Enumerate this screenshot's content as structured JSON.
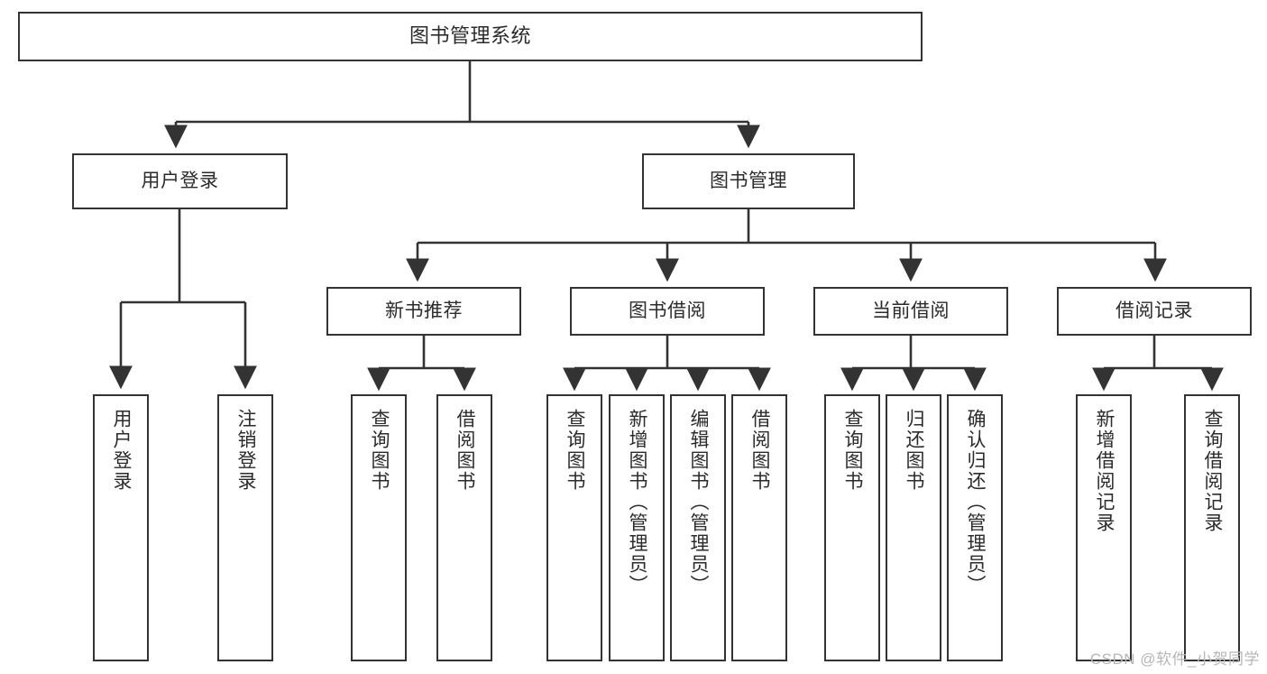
{
  "diagram": {
    "title": "图书管理系统",
    "type": "hierarchy-tree",
    "root": {
      "id": "root",
      "label": "图书管理系统"
    },
    "level2": [
      {
        "id": "user-login",
        "label": "用户登录"
      },
      {
        "id": "book-manage",
        "label": "图书管理"
      }
    ],
    "level3": [
      {
        "id": "new-book-recommend",
        "label": "新书推荐"
      },
      {
        "id": "book-borrow",
        "label": "图书借阅"
      },
      {
        "id": "current-borrow",
        "label": "当前借阅"
      },
      {
        "id": "borrow-record",
        "label": "借阅记录"
      }
    ],
    "leaves": {
      "user_login": [
        {
          "id": "leaf-user-login",
          "label": "用户登录"
        },
        {
          "id": "leaf-logout-login",
          "label": "注销登录"
        }
      ],
      "new_book_recommend": [
        {
          "id": "leaf-query-book-1",
          "label": "查询图书"
        },
        {
          "id": "leaf-borrow-book-1",
          "label": "借阅图书"
        }
      ],
      "book_borrow": [
        {
          "id": "leaf-query-book-2",
          "label": "查询图书"
        },
        {
          "id": "leaf-add-book",
          "label": "新增图书（管理员）"
        },
        {
          "id": "leaf-edit-book",
          "label": "编辑图书（管理员）"
        },
        {
          "id": "leaf-borrow-book-2",
          "label": "借阅图书"
        }
      ],
      "current_borrow": [
        {
          "id": "leaf-query-book-3",
          "label": "查询图书"
        },
        {
          "id": "leaf-return-book",
          "label": "归还图书"
        },
        {
          "id": "leaf-confirm-return",
          "label": "确认归还（管理员）"
        }
      ],
      "borrow_record": [
        {
          "id": "leaf-add-record",
          "label": "新增借阅记录"
        },
        {
          "id": "leaf-query-record",
          "label": "查询借阅记录"
        }
      ]
    }
  },
  "watermark": {
    "text": "CSDN @软件_小贺同学"
  },
  "colors": {
    "box_border": "#333333",
    "box_fill": "#ffffff",
    "connector": "#333333",
    "text": "#2b2b2b",
    "watermark": "#b6b6b6",
    "background": "#ffffff"
  }
}
